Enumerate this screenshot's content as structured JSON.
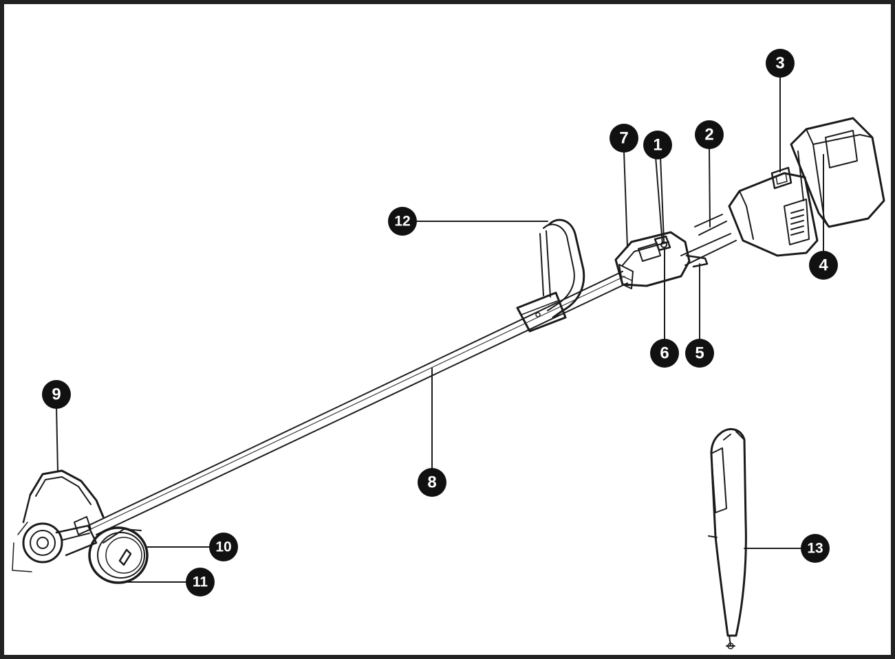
{
  "figure": {
    "colors": {
      "frame": "#222222",
      "ink": "#1a1a1a",
      "callout_fill": "#111111",
      "callout_text": "#ffffff",
      "background": "#ffffff"
    }
  },
  "callouts": [
    {
      "id": "c1",
      "label": "1"
    },
    {
      "id": "c2",
      "label": "2"
    },
    {
      "id": "c3",
      "label": "3"
    },
    {
      "id": "c4",
      "label": "4"
    },
    {
      "id": "c5",
      "label": "5"
    },
    {
      "id": "c6",
      "label": "6"
    },
    {
      "id": "c7",
      "label": "7"
    },
    {
      "id": "c8",
      "label": "8"
    },
    {
      "id": "c9",
      "label": "9"
    },
    {
      "id": "c10",
      "label": "10"
    },
    {
      "id": "c11",
      "label": "11"
    },
    {
      "id": "c12",
      "label": "12"
    },
    {
      "id": "c13",
      "label": "13"
    }
  ]
}
